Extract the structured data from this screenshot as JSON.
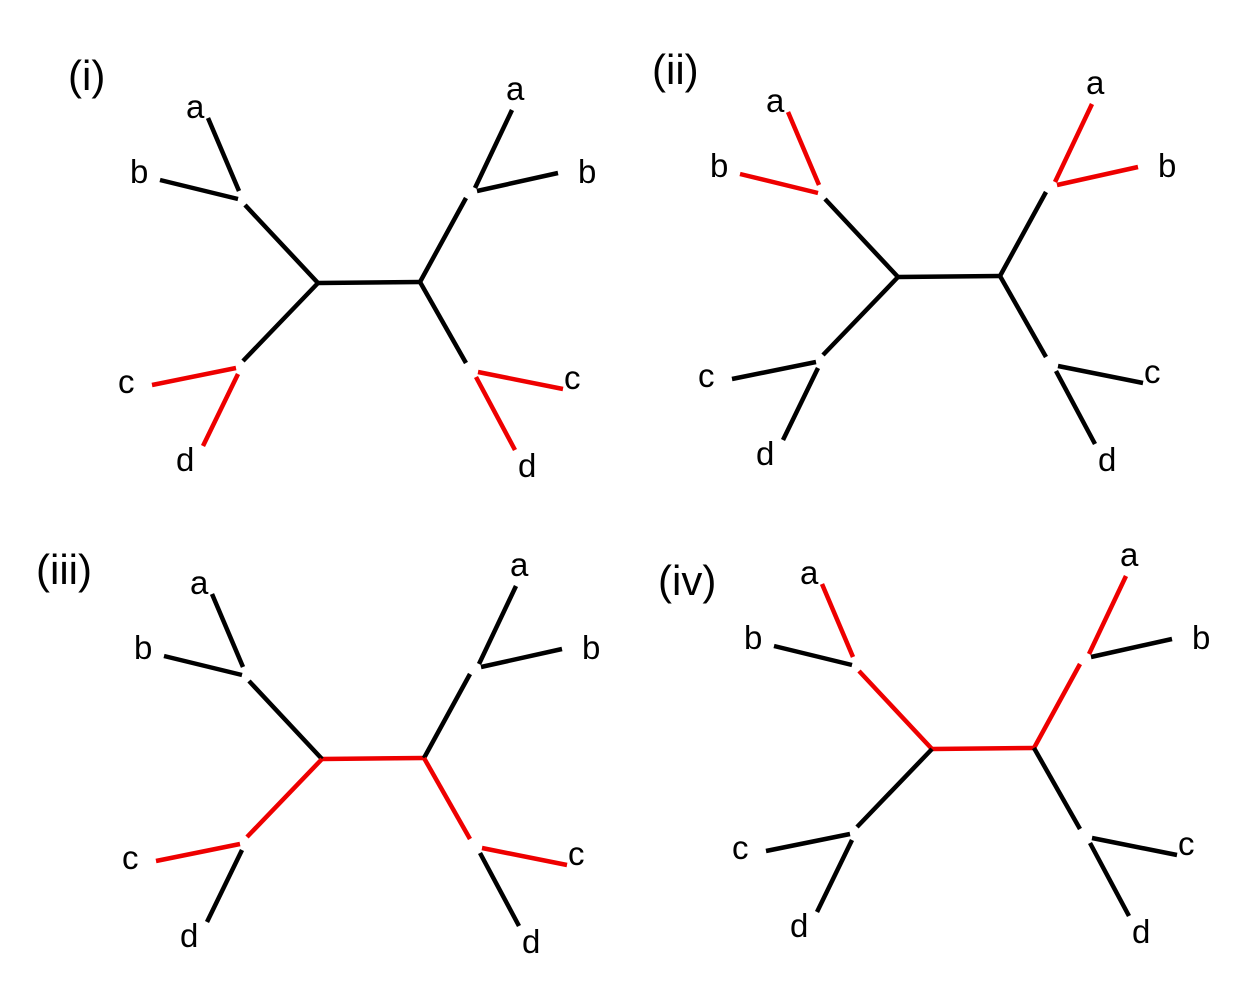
{
  "colors": {
    "default_edge": "#000000",
    "highlight_edge": "#ee0000",
    "text": "#000000",
    "background": "#ffffff"
  },
  "panels": [
    {
      "id": "i",
      "label": "(i)",
      "leaves": {
        "left_a": "a",
        "left_b": "b",
        "left_c": "c",
        "left_d": "d",
        "right_a": "a",
        "right_b": "b",
        "right_c": "c",
        "right_d": "d"
      },
      "highlighted_edges": [
        "left_c",
        "left_d",
        "right_c",
        "right_d"
      ]
    },
    {
      "id": "ii",
      "label": "(ii)",
      "leaves": {
        "left_a": "a",
        "left_b": "b",
        "left_c": "c",
        "left_d": "d",
        "right_a": "a",
        "right_b": "b",
        "right_c": "c",
        "right_d": "d"
      },
      "highlighted_edges": [
        "left_a",
        "left_b",
        "right_a",
        "right_b"
      ]
    },
    {
      "id": "iii",
      "label": "(iii)",
      "leaves": {
        "left_a": "a",
        "left_b": "b",
        "left_c": "c",
        "left_d": "d",
        "right_a": "a",
        "right_b": "b",
        "right_c": "c",
        "right_d": "d"
      },
      "highlighted_edges": [
        "center",
        "left_lower_trunk",
        "right_lower_trunk",
        "left_c",
        "right_c"
      ]
    },
    {
      "id": "iv",
      "label": "(iv)",
      "leaves": {
        "left_a": "a",
        "left_b": "b",
        "left_c": "c",
        "left_d": "d",
        "right_a": "a",
        "right_b": "b",
        "right_c": "c",
        "right_d": "d"
      },
      "highlighted_edges": [
        "center",
        "left_upper_trunk",
        "right_upper_trunk",
        "left_a",
        "right_a"
      ]
    }
  ]
}
